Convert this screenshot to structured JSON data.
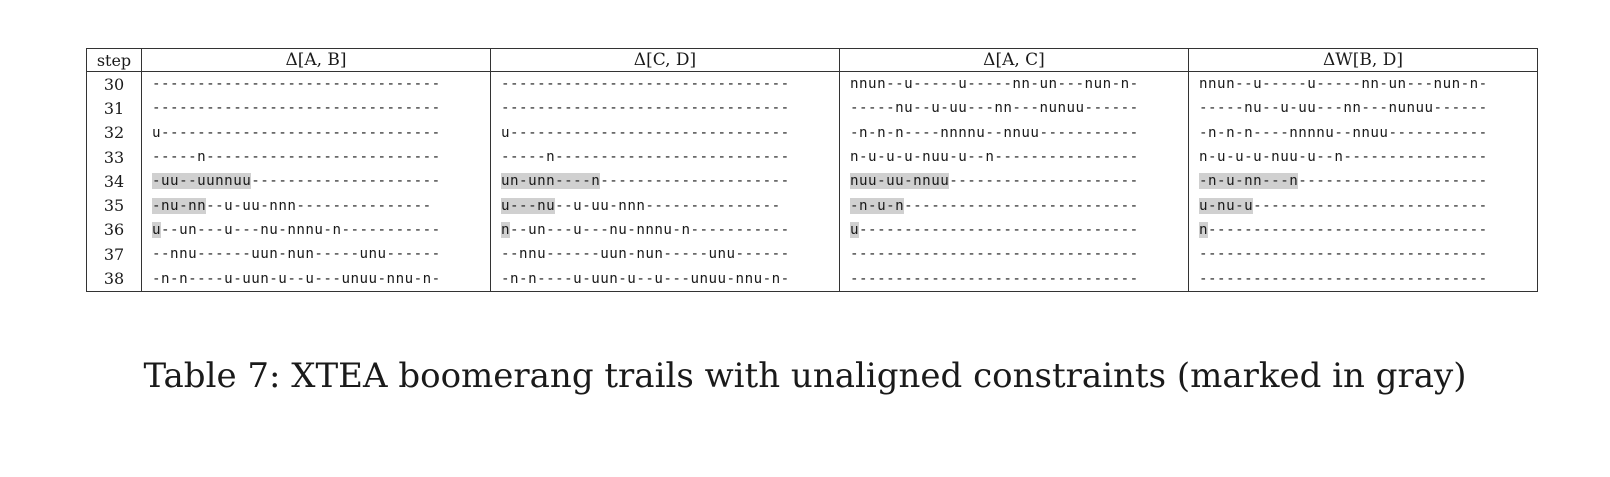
{
  "table": {
    "header": {
      "step": "step",
      "cols": [
        "Δ[A, B]",
        "Δ[C, D]",
        "Δ[A, C]",
        "ΔW[B, D]"
      ]
    },
    "rows": [
      {
        "step": "30",
        "cells": [
          {
            "pre": "",
            "hl": "",
            "post": "--------------------------------"
          },
          {
            "pre": "",
            "hl": "",
            "post": "--------------------------------"
          },
          {
            "pre": "",
            "hl": "",
            "post": "nnun--u-----u-----nn-un---nun-n-"
          },
          {
            "pre": "",
            "hl": "",
            "post": "nnun--u-----u-----nn-un---nun-n-"
          }
        ]
      },
      {
        "step": "31",
        "cells": [
          {
            "pre": "",
            "hl": "",
            "post": "--------------------------------"
          },
          {
            "pre": "",
            "hl": "",
            "post": "--------------------------------"
          },
          {
            "pre": "",
            "hl": "",
            "post": "-----nu--u-uu---nn---nunuu------"
          },
          {
            "pre": "",
            "hl": "",
            "post": "-----nu--u-uu---nn---nunuu------"
          }
        ]
      },
      {
        "step": "32",
        "cells": [
          {
            "pre": "",
            "hl": "",
            "post": "u-------------------------------"
          },
          {
            "pre": "",
            "hl": "",
            "post": "u-------------------------------"
          },
          {
            "pre": "",
            "hl": "",
            "post": "-n-n-n----nnnnu--nnuu-----------"
          },
          {
            "pre": "",
            "hl": "",
            "post": "-n-n-n----nnnnu--nnuu-----------"
          }
        ]
      },
      {
        "step": "33",
        "cells": [
          {
            "pre": "",
            "hl": "",
            "post": "-----n--------------------------"
          },
          {
            "pre": "",
            "hl": "",
            "post": "-----n--------------------------"
          },
          {
            "pre": "",
            "hl": "",
            "post": "n-u-u-u-nuu-u--n----------------"
          },
          {
            "pre": "",
            "hl": "",
            "post": "n-u-u-u-nuu-u--n----------------"
          }
        ]
      },
      {
        "step": "34",
        "cells": [
          {
            "pre": "",
            "hl": "-uu--uunnuu",
            "post": "---------------------"
          },
          {
            "pre": "",
            "hl": "un-unn----n",
            "post": "---------------------"
          },
          {
            "pre": "",
            "hl": "nuu-uu-nnuu",
            "post": "---------------------"
          },
          {
            "pre": "",
            "hl": "-n-u-nn---n",
            "post": "---------------------"
          }
        ]
      },
      {
        "step": "35",
        "cells": [
          {
            "pre": "",
            "hl": "-nu-nn",
            "post": "--u-uu-nnn---------------"
          },
          {
            "pre": "",
            "hl": "u---nu",
            "post": "--u-uu-nnn---------------"
          },
          {
            "pre": "",
            "hl": "-n-u-n",
            "post": "--------------------------"
          },
          {
            "pre": "",
            "hl": "u-nu-u",
            "post": "--------------------------"
          }
        ]
      },
      {
        "step": "36",
        "cells": [
          {
            "pre": "",
            "hl": "u",
            "post": "--un---u---nu-nnnu-n-----------"
          },
          {
            "pre": "",
            "hl": "n",
            "post": "--un---u---nu-nnnu-n-----------"
          },
          {
            "pre": "",
            "hl": "u",
            "post": "-------------------------------"
          },
          {
            "pre": "",
            "hl": "n",
            "post": "-------------------------------"
          }
        ]
      },
      {
        "step": "37",
        "cells": [
          {
            "pre": "",
            "hl": "",
            "post": "--nnu------uun-nun-----unu------"
          },
          {
            "pre": "",
            "hl": "",
            "post": "--nnu------uun-nun-----unu------"
          },
          {
            "pre": "",
            "hl": "",
            "post": "--------------------------------"
          },
          {
            "pre": "",
            "hl": "",
            "post": "--------------------------------"
          }
        ]
      },
      {
        "step": "38",
        "cells": [
          {
            "pre": "",
            "hl": "",
            "post": "-n-n----u-uun-u--u---unuu-nnu-n-"
          },
          {
            "pre": "",
            "hl": "",
            "post": "-n-n----u-uun-u--u---unuu-nnu-n-"
          },
          {
            "pre": "",
            "hl": "",
            "post": "--------------------------------"
          },
          {
            "pre": "",
            "hl": "",
            "post": "--------------------------------"
          }
        ]
      }
    ]
  },
  "caption": "Table 7: XTEA boomerang trails with unaligned constraints (marked in gray)",
  "colors": {
    "highlight": "#d0d0d0",
    "rule": "#333333"
  }
}
